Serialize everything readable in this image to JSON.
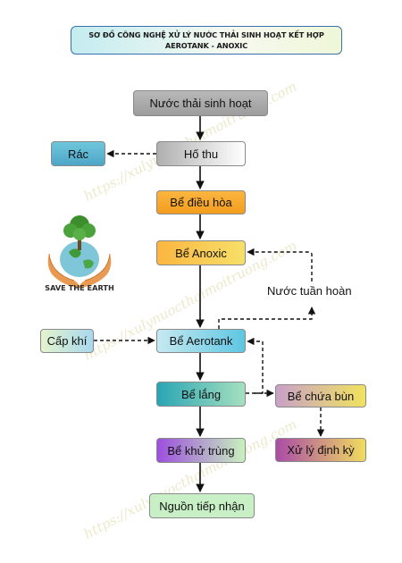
{
  "title": {
    "line1": "SƠ ĐỒ CÔNG NGHỆ XỬ LÝ NƯỚC THẢI SINH HOẠT KẾT HỢP",
    "line2": "AEROTANK - ANOXIC"
  },
  "nodes": {
    "nuoc_thai": "Nước thải sinh hoạt",
    "ho_thu": "Hố thu",
    "rac": "Rác",
    "dieu_hoa": "Bể điều hòa",
    "anoxic": "Bể Anoxic",
    "nuoc_tuan_hoan": "Nước tuần hoàn",
    "cap_khi": "Cấp khí",
    "aerotank": "Bể Aerotank",
    "lang": "Bể lắng",
    "chua_bun": "Bể chứa bùn",
    "khu_trung": "Bể khử trùng",
    "xu_ly": "Xử lý định kỳ",
    "nguon": "Nguồn tiếp nhận"
  },
  "logo": {
    "text": "SAVE THE EARTH"
  },
  "watermark": {
    "text": "https://xulynuocthaimoitruong.com"
  },
  "colors": {
    "title_border": "#3a6fb0",
    "arrow": "#111111"
  }
}
